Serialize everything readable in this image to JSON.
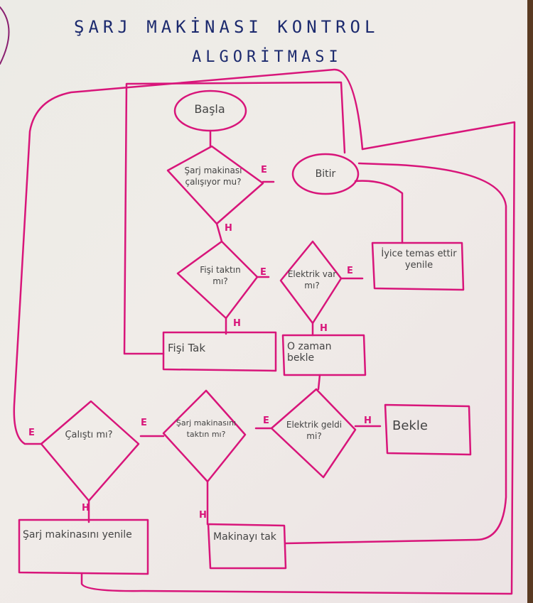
{
  "title": {
    "line1": "ŞARJ MAKİNASI KONTROL",
    "line2": "ALGORİTMASI"
  },
  "colors": {
    "ink": "#d8157a",
    "title_ink": "#1c2a6e",
    "text": "#444444",
    "paper": "#ece9e5"
  },
  "nodes": {
    "start": "Başla",
    "end": "Bitir",
    "q_running": "Şarj makinası çalışıyor mu?",
    "q_plug": "Fişi taktın mı?",
    "q_power": "Elektrik var mı?",
    "a_clean": "İyice temas ettir yenile",
    "a_plug": "Fişi Tak",
    "a_wait_power": "O zaman bekle",
    "q_power_back": "Elektrik geldi mi?",
    "a_wait": "Bekle",
    "q_installed": "Şarj makinasını taktın mı?",
    "q_worked": "Çalıştı mı?",
    "a_renew": "Şarj makinasını yenile",
    "a_install": "Makinayı tak"
  },
  "marks": {
    "yes": "E",
    "no": "H"
  }
}
